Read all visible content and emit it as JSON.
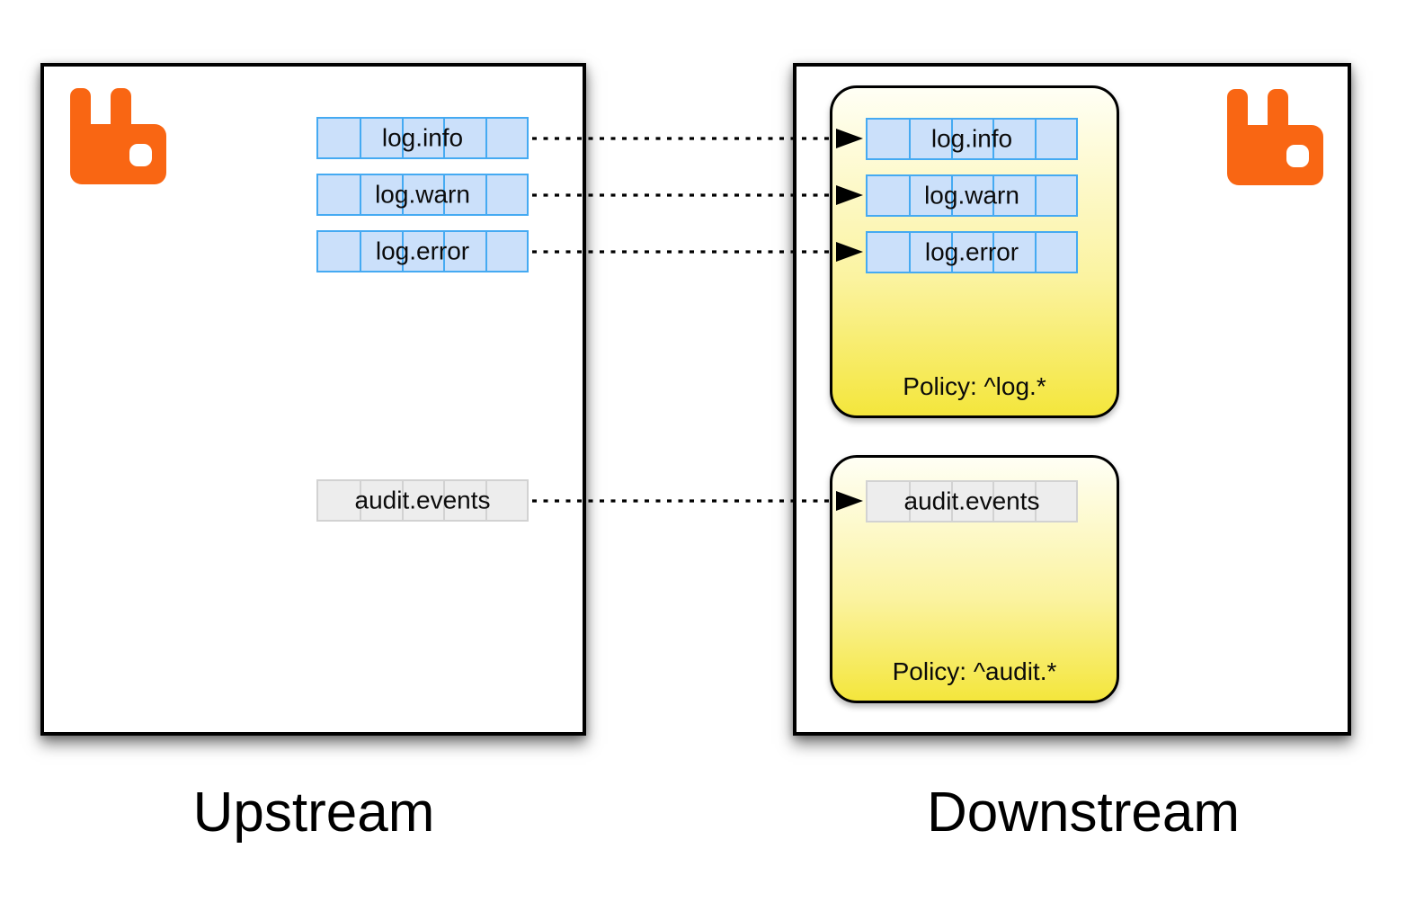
{
  "upstream": {
    "label": "Upstream",
    "queues": [
      "log.info",
      "log.warn",
      "log.error",
      "audit.events"
    ]
  },
  "downstream": {
    "label": "Downstream",
    "policies": [
      {
        "label": "Policy: ^log.*",
        "queues": [
          "log.info",
          "log.warn",
          "log.error"
        ]
      },
      {
        "label": "Policy: ^audit.*",
        "queues": [
          "audit.events"
        ]
      }
    ]
  },
  "colors": {
    "rabbitmq_orange": "#F96613",
    "log_queue_fill": "#CBE0FA",
    "log_queue_border": "#45AAF2",
    "audit_queue_fill": "#EDEDED",
    "audit_queue_border": "#D2D2D2",
    "policy_gradient_top": "#FFFFF5",
    "policy_gradient_bottom": "#F4E63C",
    "link_color": "#000000",
    "broker_border": "#000000"
  }
}
